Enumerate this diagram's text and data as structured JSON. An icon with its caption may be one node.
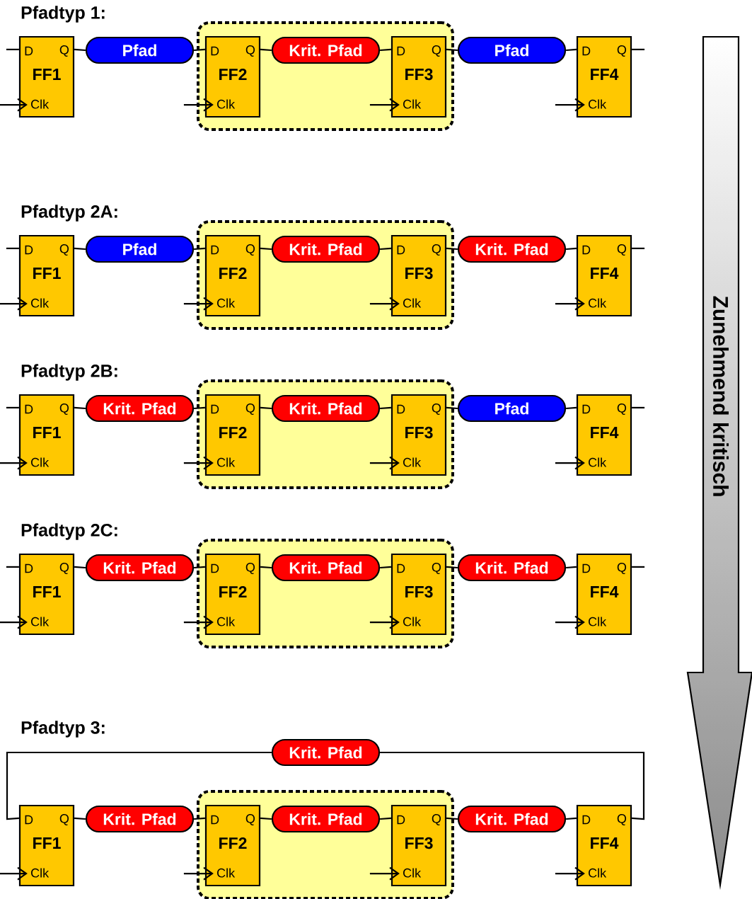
{
  "diagram": {
    "nodes": [
      {
        "text": [
          "D",
          "Q",
          "FF1",
          "Clk"
        ]
      },
      {
        "text": [
          "Pfad"
        ]
      },
      {
        "text": [],
        "shape": "box"
      },
      {
        "text": [
          "D",
          "Q",
          "FF2",
          "Clk"
        ],
        "in": 2
      },
      {
        "text": [
          "Krit. Pfad"
        ],
        "in": 2
      },
      {
        "text": [
          "D",
          "Q",
          "FF3",
          "Clk"
        ],
        "in": 2
      },
      {
        "text": [
          "Pfad"
        ]
      },
      {
        "text": [
          "D",
          "Q",
          "FF4",
          "Clk"
        ]
      },
      {
        "text": [
          "D",
          "Q",
          "FF1",
          "Clk"
        ]
      },
      {
        "text": [
          "Pfad"
        ]
      },
      {
        "text": [],
        "shape": "box"
      },
      {
        "text": [
          "D",
          "Q",
          "FF2",
          "Clk"
        ],
        "in": 10
      },
      {
        "text": [
          "Krit. Pfad"
        ],
        "in": 10
      },
      {
        "text": [
          "D",
          "Q",
          "FF3",
          "Clk"
        ],
        "in": 10
      },
      {
        "text": [
          "Krit. Pfad"
        ]
      },
      {
        "text": [
          "D",
          "Q",
          "FF4",
          "Clk"
        ]
      },
      {
        "text": [
          "D",
          "Q",
          "FF1",
          "Clk"
        ]
      },
      {
        "text": [
          "Krit. Pfad"
        ]
      },
      {
        "text": [],
        "shape": "box"
      },
      {
        "text": [
          "D",
          "Q",
          "FF2",
          "Clk"
        ],
        "in": 18
      },
      {
        "text": [
          "Krit. Pfad"
        ],
        "in": 18
      },
      {
        "text": [
          "D",
          "Q",
          "FF3",
          "Clk"
        ],
        "in": 18
      },
      {
        "text": [
          "Pfad"
        ]
      },
      {
        "text": [
          "D",
          "Q",
          "FF4",
          "Clk"
        ]
      },
      {
        "text": [
          "D",
          "Q",
          "FF1",
          "Clk"
        ]
      },
      {
        "text": [
          "Krit. Pfad"
        ]
      },
      {
        "text": [],
        "shape": "box"
      },
      {
        "text": [
          "D",
          "Q",
          "FF2",
          "Clk"
        ],
        "in": 26
      },
      {
        "text": [
          "Krit. Pfad"
        ],
        "in": 26
      },
      {
        "text": [
          "D",
          "Q",
          "FF3",
          "Clk"
        ],
        "in": 26
      },
      {
        "text": [
          "Krit. Pfad"
        ]
      },
      {
        "text": [
          "D",
          "Q",
          "FF4",
          "Clk"
        ]
      },
      {
        "text": [
          "Krit. Pfad"
        ]
      },
      {
        "text": [
          "D",
          "Q",
          "FF1",
          "Clk"
        ]
      },
      {
        "text": [
          "Krit. Pfad"
        ]
      },
      {
        "text": [],
        "shape": "box"
      },
      {
        "text": [
          "D",
          "Q",
          "FF2",
          "Clk"
        ],
        "in": 35
      },
      {
        "text": [
          "Krit. Pfad"
        ],
        "in": 35
      },
      {
        "text": [
          "D",
          "Q",
          "FF3",
          "Clk"
        ],
        "in": 35
      },
      {
        "text": [
          "Krit. Pfad"
        ]
      },
      {
        "text": [
          "D",
          "Q",
          "FF4",
          "Clk"
        ]
      }
    ],
    "edges": [
      {
        "from": null,
        "to": 0,
        "arrow": "none"
      },
      {
        "from": 0,
        "to": 1,
        "arrow": "none"
      },
      {
        "from": 1,
        "to": 3,
        "arrow": "none"
      },
      {
        "from": 3,
        "to": 4,
        "arrow": "none"
      },
      {
        "from": 4,
        "to": 5,
        "arrow": "none"
      },
      {
        "from": 5,
        "to": 6,
        "arrow": "none"
      },
      {
        "from": 6,
        "to": 7,
        "arrow": "none"
      },
      {
        "from": 7,
        "to": null,
        "arrow": "none"
      },
      {
        "from": null,
        "to": 0,
        "arrow": "to"
      },
      {
        "from": null,
        "to": 3,
        "arrow": "to"
      },
      {
        "from": null,
        "to": 5,
        "arrow": "to"
      },
      {
        "from": null,
        "to": 7,
        "arrow": "to"
      },
      {
        "from": null,
        "to": 8,
        "arrow": "none"
      },
      {
        "from": 8,
        "to": 9,
        "arrow": "none"
      },
      {
        "from": 9,
        "to": 11,
        "arrow": "none"
      },
      {
        "from": 11,
        "to": 12,
        "arrow": "none"
      },
      {
        "from": 12,
        "to": 13,
        "arrow": "none"
      },
      {
        "from": 13,
        "to": 14,
        "arrow": "none"
      },
      {
        "from": 14,
        "to": 15,
        "arrow": "none"
      },
      {
        "from": 15,
        "to": null,
        "arrow": "none"
      },
      {
        "from": null,
        "to": 8,
        "arrow": "to"
      },
      {
        "from": null,
        "to": 11,
        "arrow": "to"
      },
      {
        "from": null,
        "to": 13,
        "arrow": "to"
      },
      {
        "from": null,
        "to": 15,
        "arrow": "to"
      },
      {
        "from": null,
        "to": 16,
        "arrow": "none"
      },
      {
        "from": 16,
        "to": 17,
        "arrow": "none"
      },
      {
        "from": 17,
        "to": 19,
        "arrow": "none"
      },
      {
        "from": 19,
        "to": 20,
        "arrow": "none"
      },
      {
        "from": 20,
        "to": 21,
        "arrow": "none"
      },
      {
        "from": 21,
        "to": 22,
        "arrow": "none"
      },
      {
        "from": 22,
        "to": 23,
        "arrow": "none"
      },
      {
        "from": 23,
        "to": null,
        "arrow": "none"
      },
      {
        "from": null,
        "to": 16,
        "arrow": "to"
      },
      {
        "from": null,
        "to": 19,
        "arrow": "to"
      },
      {
        "from": null,
        "to": 21,
        "arrow": "to"
      },
      {
        "from": null,
        "to": 23,
        "arrow": "to"
      },
      {
        "from": null,
        "to": 24,
        "arrow": "none"
      },
      {
        "from": 24,
        "to": 25,
        "arrow": "none"
      },
      {
        "from": 25,
        "to": 27,
        "arrow": "none"
      },
      {
        "from": 27,
        "to": 28,
        "arrow": "none"
      },
      {
        "from": 28,
        "to": 29,
        "arrow": "none"
      },
      {
        "from": 29,
        "to": 30,
        "arrow": "none"
      },
      {
        "from": 30,
        "to": 31,
        "arrow": "none"
      },
      {
        "from": 31,
        "to": null,
        "arrow": "none"
      },
      {
        "from": null,
        "to": 24,
        "arrow": "to"
      },
      {
        "from": null,
        "to": 27,
        "arrow": "to"
      },
      {
        "from": null,
        "to": 29,
        "arrow": "to"
      },
      {
        "from": null,
        "to": 31,
        "arrow": "to"
      },
      {
        "from": 33,
        "to": 34,
        "arrow": "none"
      },
      {
        "from": 34,
        "to": 36,
        "arrow": "none"
      },
      {
        "from": 36,
        "to": 37,
        "arrow": "none"
      },
      {
        "from": 37,
        "to": 38,
        "arrow": "none"
      },
      {
        "from": 38,
        "to": 39,
        "arrow": "none"
      },
      {
        "from": 39,
        "to": 40,
        "arrow": "none"
      },
      {
        "from": 40,
        "to": 32,
        "arrow": "none"
      },
      {
        "from": 32,
        "to": 33,
        "arrow": "none"
      },
      {
        "from": null,
        "to": 33,
        "arrow": "to"
      },
      {
        "from": null,
        "to": 36,
        "arrow": "to"
      },
      {
        "from": null,
        "to": 38,
        "arrow": "to"
      },
      {
        "from": null,
        "to": 40,
        "arrow": "to"
      }
    ],
    "labels": [
      "Pfadtyp 1:",
      "Pfadtyp 2A:",
      "Pfadtyp 2B:",
      "Pfadtyp 2C:",
      "Pfadtyp 3:",
      "Zunehmend kritisch"
    ]
  }
}
